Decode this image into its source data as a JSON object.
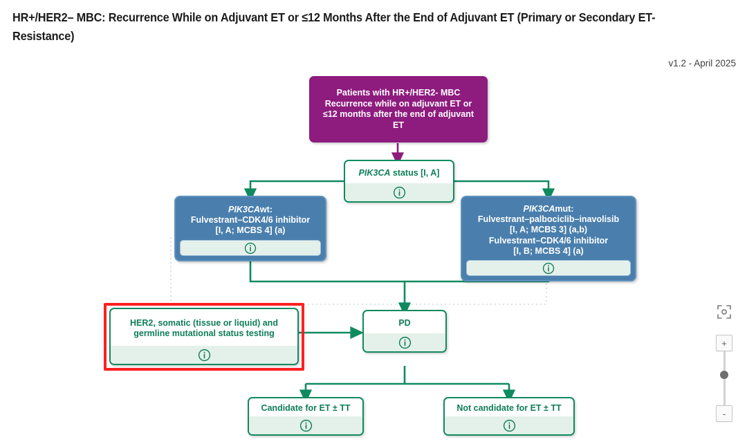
{
  "header": {
    "title": "HR+/HER2– MBC: Recurrence While on Adjuvant ET or ≤12 Months After the End of Adjuvant ET (Primary or Secondary ET-Resistance)",
    "version": "v1.2 - April 2025"
  },
  "diagram": {
    "root_node": {
      "id": "patients-root",
      "type": "purple",
      "lines": [
        "Patients with HR+/HER2- MBC",
        "Recurrence while on adjuvant ET or",
        "≤12 months after the end of adjuvant",
        "ET"
      ]
    },
    "decision_node": {
      "id": "pik3ca-status",
      "type": "green",
      "title_italic": "PIK3CA",
      "title_rest": " status [I, A]",
      "info_icon": "info-icon"
    },
    "branch_wt": {
      "id": "pik3ca-wt",
      "type": "blue",
      "title_italic": "PIK3CA",
      "lines": [
        "wt:",
        "Fulvestrant–CDK4/6 inhibitor",
        "[I, A; MCBS 4] (a)"
      ],
      "info_icon": "info-icon"
    },
    "branch_mut": {
      "id": "pik3ca-mut",
      "type": "blue",
      "title_italic": "PIK3CA",
      "lines": [
        "mut:",
        "Fulvestrant–palbociclib–inavolisib",
        "[I, A; MCBS 3] (a,b)",
        "Fulvestrant–CDK4/6 inhibitor",
        "[I, B; MCBS 4] (a)"
      ],
      "info_icon": "info-icon"
    },
    "testing_node": {
      "id": "her2-testing",
      "type": "green",
      "selected": true,
      "lines": [
        "HER2, somatic (tissue or liquid) and",
        "germline mutational status testing"
      ],
      "info_icon": "info-icon"
    },
    "pd_node": {
      "id": "progressive-disease",
      "type": "green",
      "label": "PD",
      "info_icon": "info-icon"
    },
    "outcome_candidate": {
      "id": "candidate-et-tt",
      "type": "green",
      "label": "Candidate for ET ± TT",
      "info_icon": "info-icon"
    },
    "outcome_not_candidate": {
      "id": "not-candidate-et-tt",
      "type": "green",
      "label": "Not candidate for ET ± TT",
      "info_icon": "info-icon"
    }
  },
  "zoom_controls": {
    "fit_icon": "fit-to-screen-icon",
    "zoom_in_label": "+",
    "zoom_out_label": "-"
  },
  "colors": {
    "purple": "#8e1b7e",
    "green": "#0f8a5f",
    "green_text": "#0f7d57",
    "blue": "#4a7fad",
    "selection_red": "#ff2020",
    "info_panel": "#e4f0ea"
  }
}
